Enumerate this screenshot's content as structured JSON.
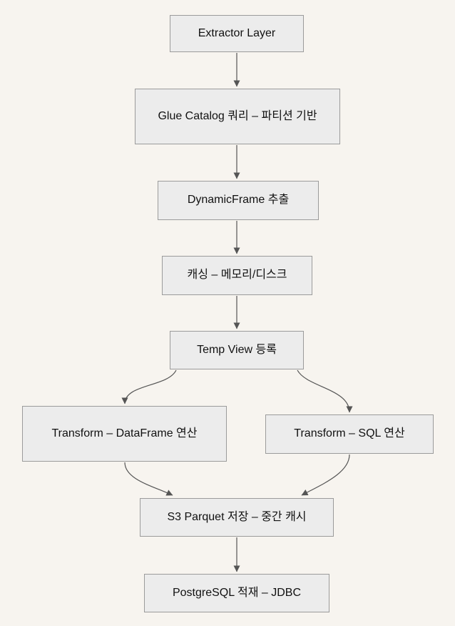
{
  "diagram": {
    "type": "flowchart",
    "direction": "top-down",
    "colors": {
      "background": "#f7f4ef",
      "node_fill": "#ececec",
      "node_border": "#9b9b9b",
      "arrow": "#555555",
      "text": "#111111"
    },
    "nodes": {
      "extractor": {
        "label": "Extractor Layer"
      },
      "glue_catalog": {
        "label": "Glue Catalog 쿼리 – 파티션 기반"
      },
      "dynamicframe": {
        "label": "DynamicFrame 추출"
      },
      "caching": {
        "label": "캐싱 – 메모리/디스크"
      },
      "temp_view": {
        "label": "Temp View 등록"
      },
      "transform_dataframe": {
        "label": "Transform – DataFrame 연산"
      },
      "transform_sql": {
        "label": "Transform – SQL 연산"
      },
      "s3_parquet": {
        "label": "S3 Parquet 저장 – 중간 캐시"
      },
      "postgresql": {
        "label": "PostgreSQL 적재 – JDBC"
      }
    },
    "edges": [
      {
        "from": "extractor",
        "to": "glue_catalog"
      },
      {
        "from": "glue_catalog",
        "to": "dynamicframe"
      },
      {
        "from": "dynamicframe",
        "to": "caching"
      },
      {
        "from": "caching",
        "to": "temp_view"
      },
      {
        "from": "temp_view",
        "to": "transform_dataframe"
      },
      {
        "from": "temp_view",
        "to": "transform_sql"
      },
      {
        "from": "transform_dataframe",
        "to": "s3_parquet"
      },
      {
        "from": "transform_sql",
        "to": "s3_parquet"
      },
      {
        "from": "s3_parquet",
        "to": "postgresql"
      }
    ]
  }
}
